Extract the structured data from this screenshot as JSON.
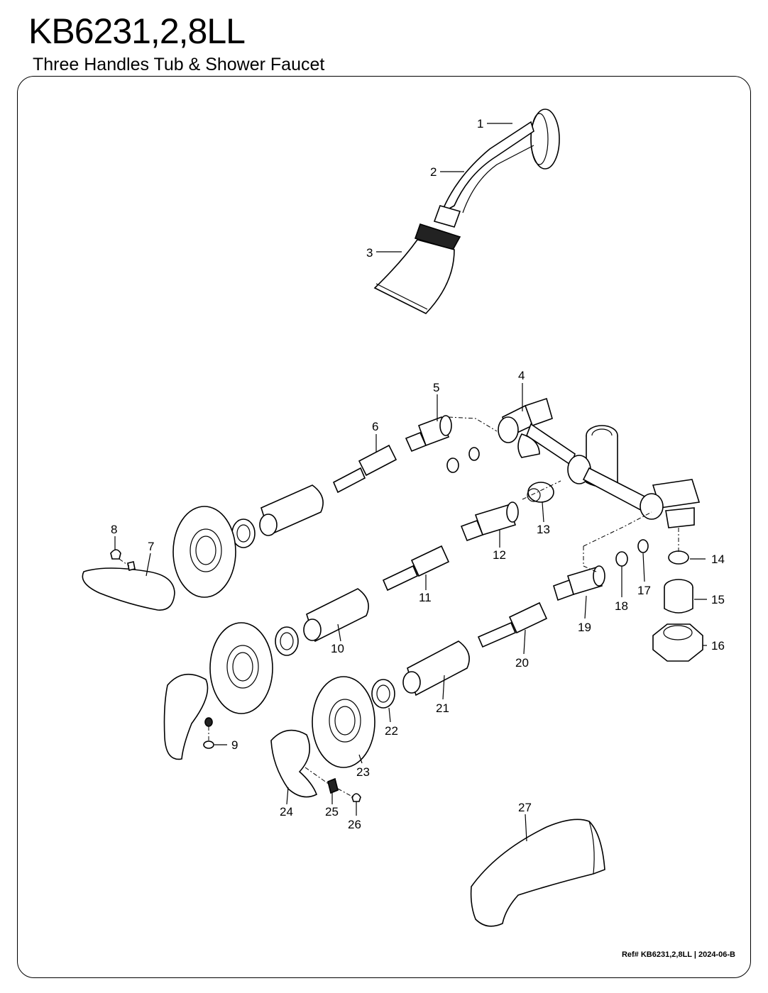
{
  "header": {
    "model": "KB6231,2,8LL",
    "subtitle": "Three Handles Tub & Shower Faucet"
  },
  "footer": {
    "ref_prefix": "Ref#",
    "ref_model": "KB6231,2,8LL",
    "separator": "|",
    "ref_code": "2024-06-B"
  },
  "callouts": [
    "1",
    "2",
    "3",
    "4",
    "5",
    "6",
    "7",
    "8",
    "9",
    "10",
    "11",
    "12",
    "13",
    "14",
    "15",
    "16",
    "17",
    "18",
    "19",
    "20",
    "21",
    "22",
    "23",
    "24",
    "25",
    "26",
    "27"
  ]
}
